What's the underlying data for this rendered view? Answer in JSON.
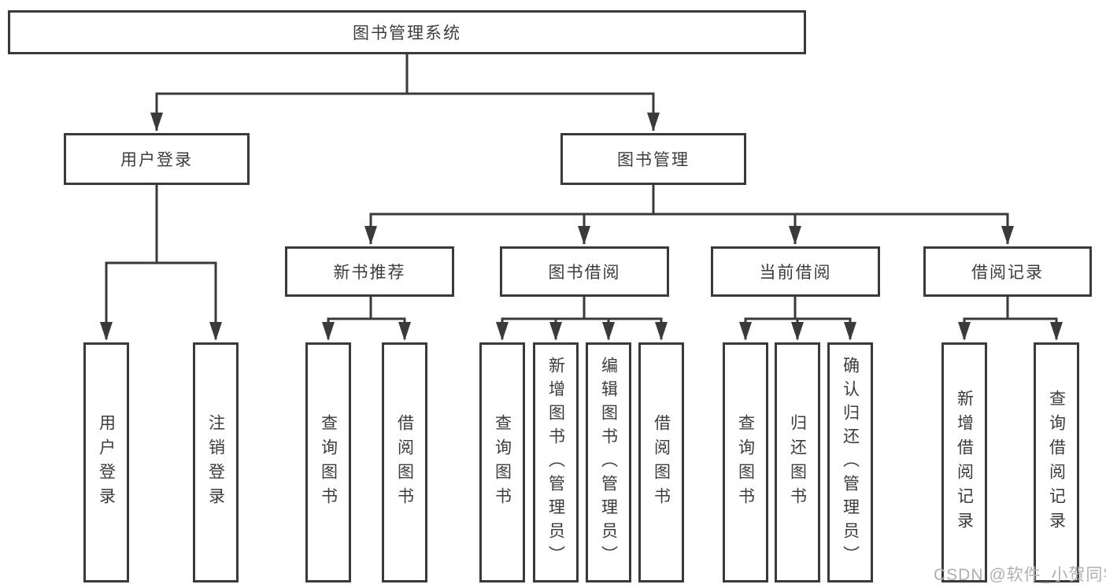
{
  "tree": {
    "root": {
      "label": "图书管理系统"
    },
    "branches": [
      {
        "label": "用户登录",
        "children": [
          {
            "label": "用户登录"
          },
          {
            "label": "注销登录"
          }
        ]
      },
      {
        "label": "图书管理",
        "children": [
          {
            "label": "新书推荐",
            "children": [
              {
                "label": "查询图书"
              },
              {
                "label": "借阅图书"
              }
            ]
          },
          {
            "label": "图书借阅",
            "children": [
              {
                "label": "查询图书"
              },
              {
                "label": "新增图书（管理员）"
              },
              {
                "label": "编辑图书（管理员）"
              },
              {
                "label": "借阅图书"
              }
            ]
          },
          {
            "label": "当前借阅",
            "children": [
              {
                "label": "查询图书"
              },
              {
                "label": "归还图书"
              },
              {
                "label": "确认归还（管理员）"
              }
            ]
          },
          {
            "label": "借阅记录",
            "children": [
              {
                "label": "新增借阅记录"
              },
              {
                "label": "查询借阅记录"
              }
            ]
          }
        ]
      }
    ]
  },
  "watermark": "CSDN @软件_小贺同学",
  "colors": {
    "line": "#3a3a3a",
    "text": "#3c3c3c",
    "watermark": "#b0b0b0",
    "background": "#ffffff"
  }
}
